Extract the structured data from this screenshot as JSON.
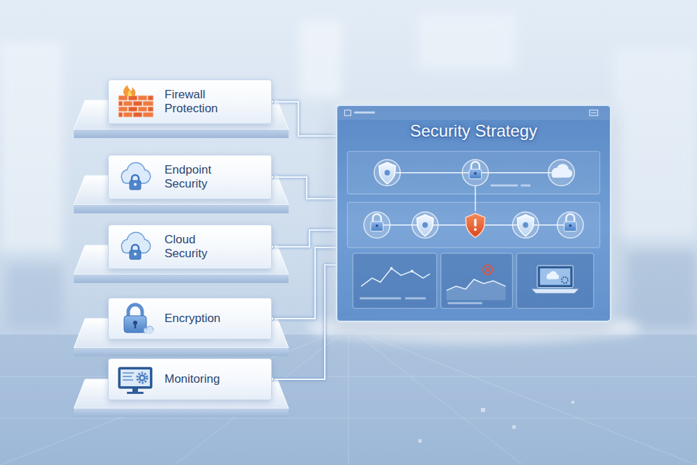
{
  "diagram": {
    "nodes": [
      {
        "text": [
          "Firewall Protection"
        ]
      },
      {
        "text": [
          "Endpoint Security"
        ]
      },
      {
        "text": [
          "Cloud Security"
        ]
      },
      {
        "text": [
          "Encryption"
        ]
      },
      {
        "text": [
          "Monitoring"
        ]
      },
      {
        "text": [
          "Security Strategy"
        ]
      }
    ],
    "edges": [
      {
        "from": 0,
        "to": 5,
        "arrow": "none"
      },
      {
        "from": 1,
        "to": 5,
        "arrow": "none"
      },
      {
        "from": 2,
        "to": 5,
        "arrow": "none"
      },
      {
        "from": 3,
        "to": 5,
        "arrow": "none"
      },
      {
        "from": 4,
        "to": 5,
        "arrow": "none"
      }
    ]
  }
}
